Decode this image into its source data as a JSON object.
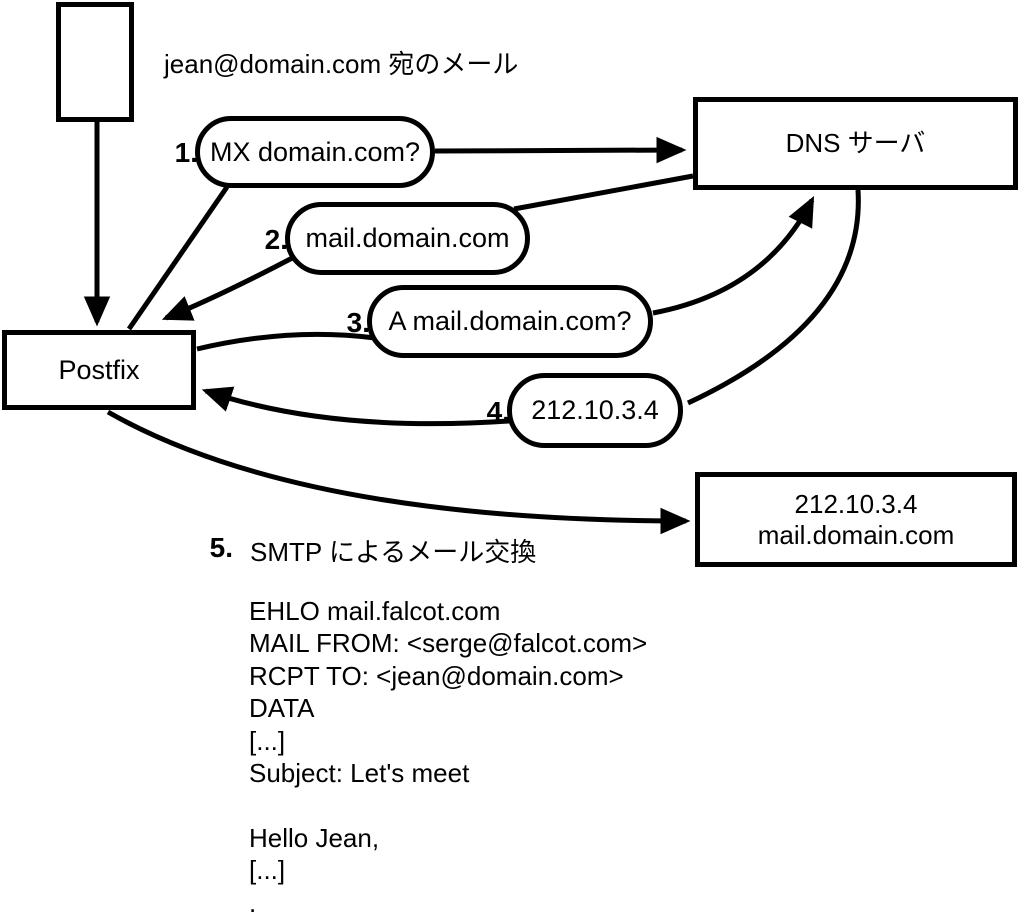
{
  "diagram": {
    "title": "jean@domain.com 宛のメール",
    "nodes": {
      "message_box": {
        "label": ""
      },
      "postfix": {
        "label": "Postfix"
      },
      "dns_server": {
        "label": "DNS サーバ"
      },
      "mail_server": {
        "line1": "212.10.3.4",
        "line2": "mail.domain.com"
      }
    },
    "steps": [
      {
        "num": "1.",
        "label": "MX domain.com?"
      },
      {
        "num": "2.",
        "label": "mail.domain.com"
      },
      {
        "num": "3.",
        "label": "A mail.domain.com?"
      },
      {
        "num": "4.",
        "label": "212.10.3.4"
      },
      {
        "num": "5.",
        "label": "SMTP によるメール交換"
      }
    ],
    "smtp_session": {
      "lines": [
        "EHLO mail.falcot.com",
        "MAIL FROM: <serge@falcot.com>",
        "RCPT TO: <jean@domain.com>",
        "DATA",
        "[...]",
        "Subject: Let's meet",
        "",
        "Hello Jean,",
        "[...]",
        "."
      ]
    },
    "colors": {
      "ink": "#000000",
      "background": "#ffffff"
    }
  }
}
